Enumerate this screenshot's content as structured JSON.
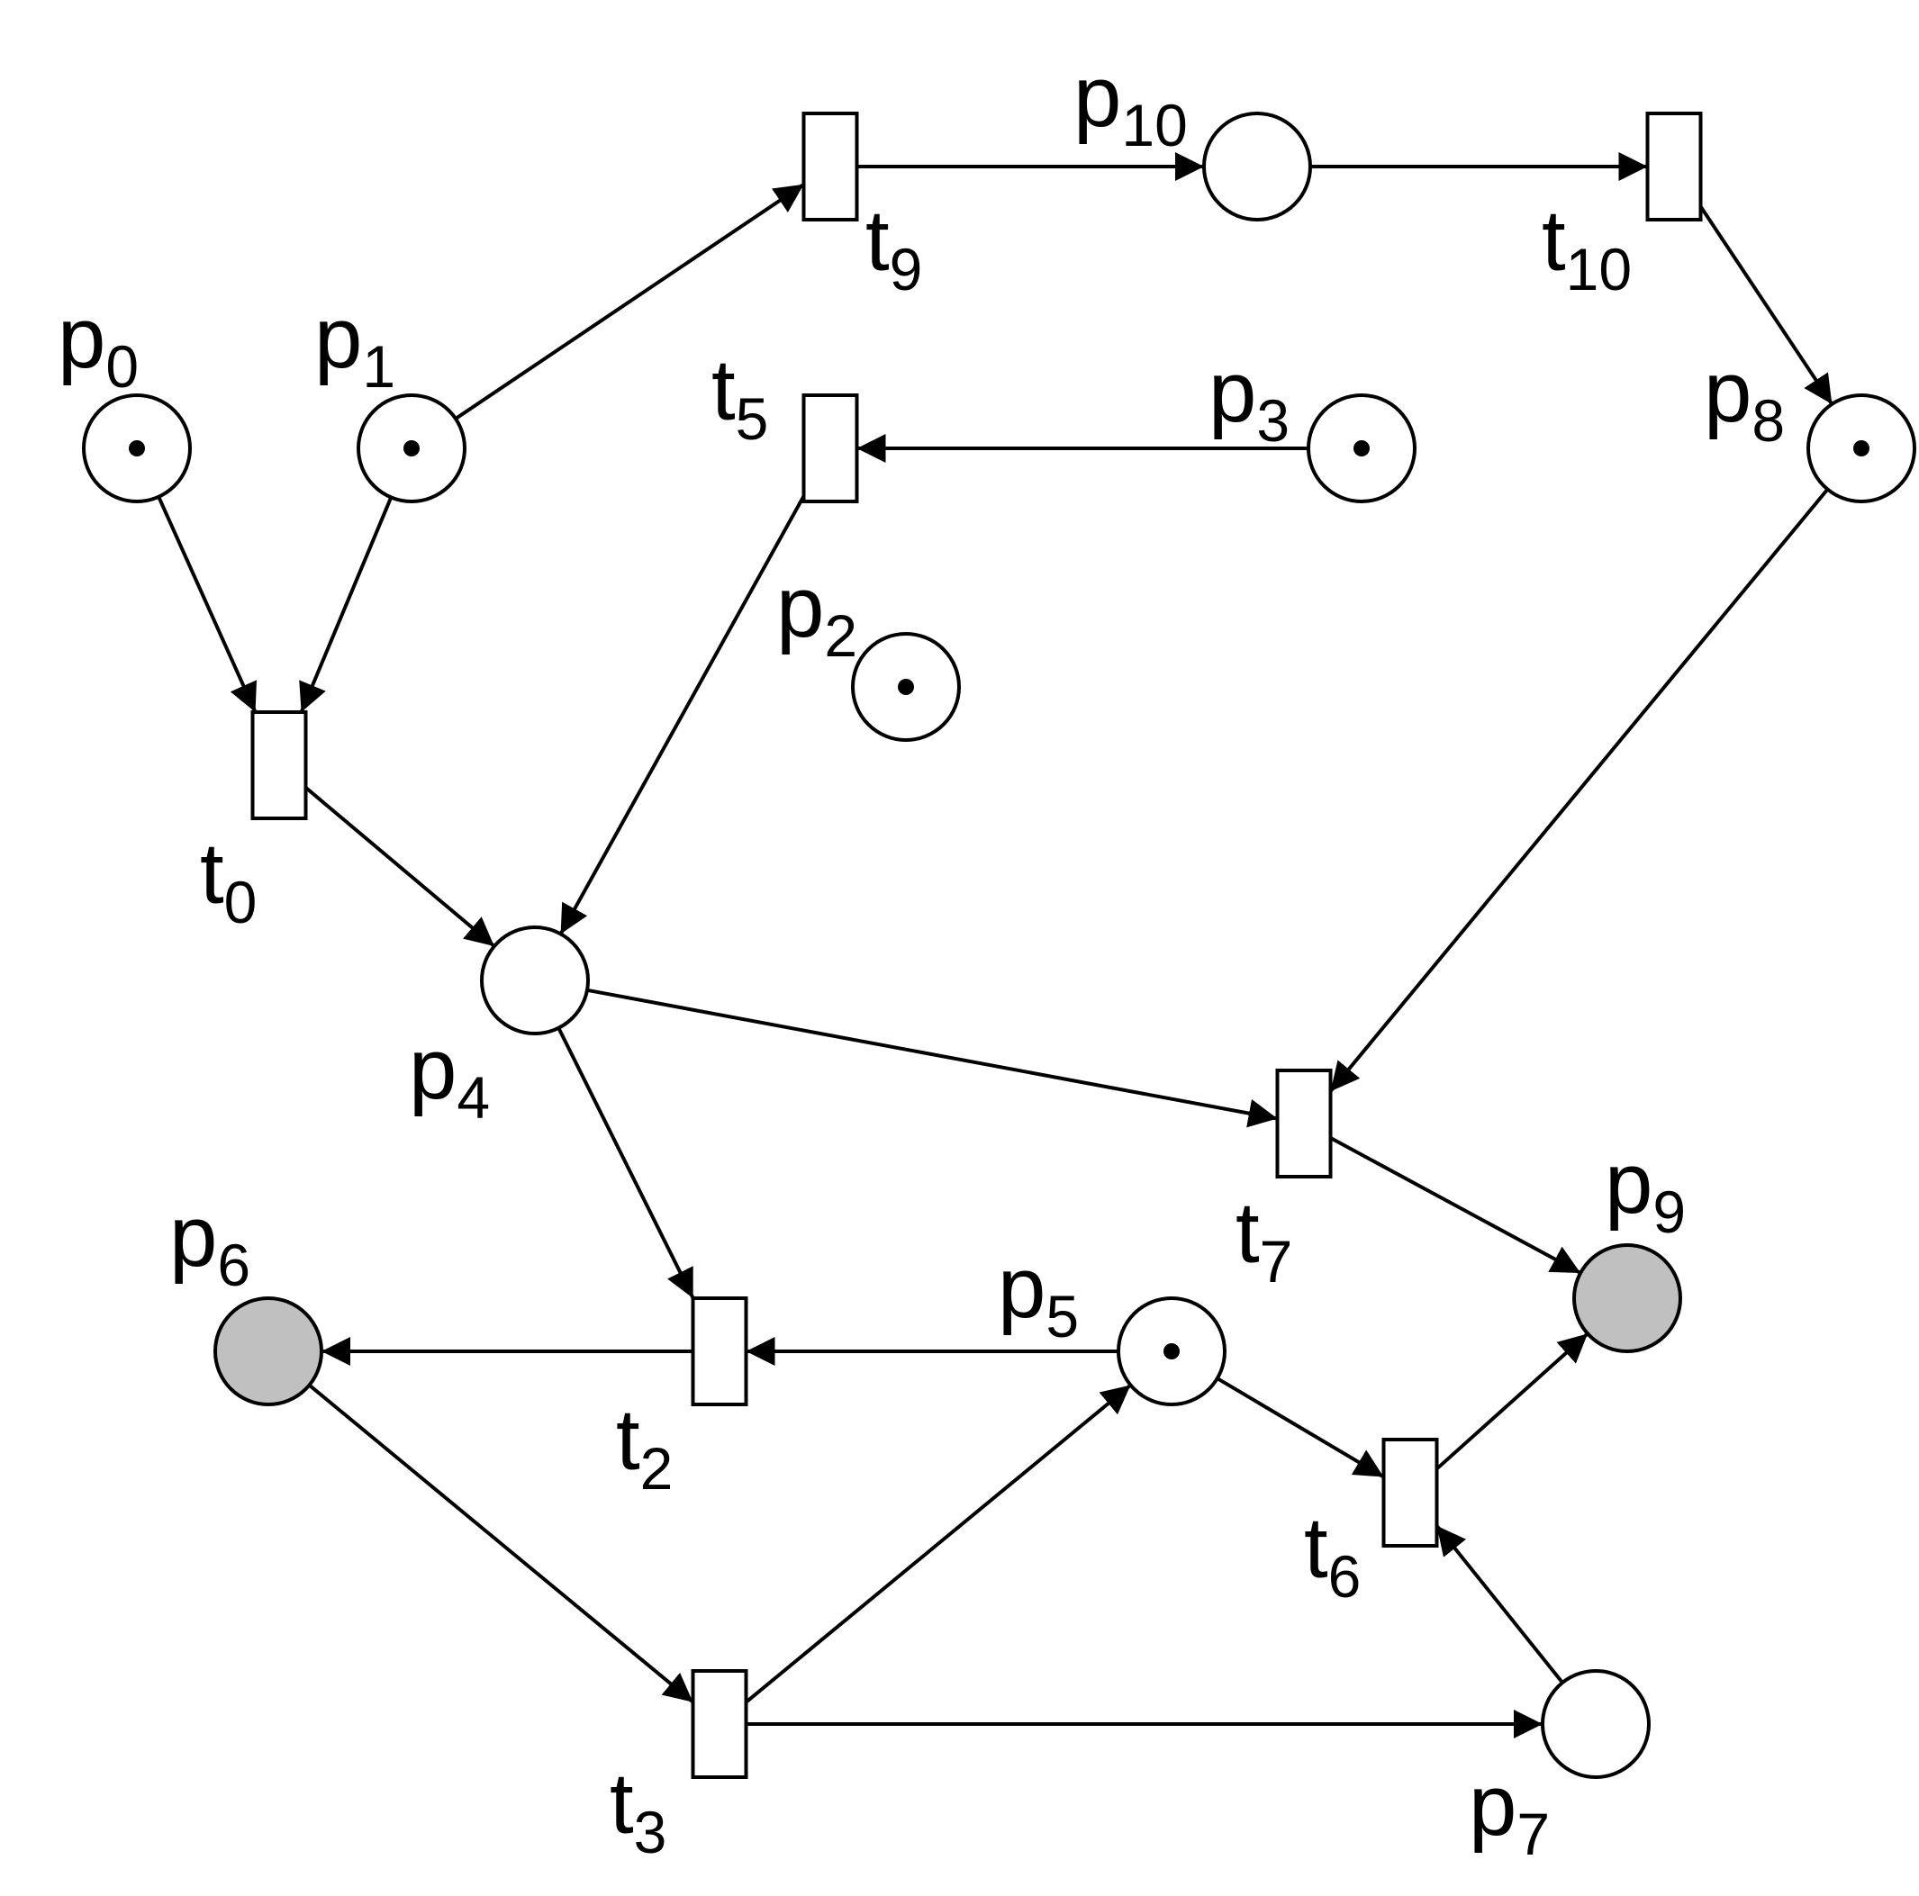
{
  "colors": {
    "stroke": "#000000",
    "background": "#ffffff",
    "token": "#000000",
    "highlighted_fill": "#c0c0c0"
  },
  "places": [
    {
      "id": "p0",
      "letter": "p",
      "index": "0",
      "tokens": 1,
      "highlighted": false
    },
    {
      "id": "p1",
      "letter": "p",
      "index": "1",
      "tokens": 1,
      "highlighted": false
    },
    {
      "id": "p2",
      "letter": "p",
      "index": "2",
      "tokens": 1,
      "highlighted": false
    },
    {
      "id": "p3",
      "letter": "p",
      "index": "3",
      "tokens": 1,
      "highlighted": false
    },
    {
      "id": "p4",
      "letter": "p",
      "index": "4",
      "tokens": 0,
      "highlighted": false
    },
    {
      "id": "p5",
      "letter": "p",
      "index": "5",
      "tokens": 1,
      "highlighted": false
    },
    {
      "id": "p6",
      "letter": "p",
      "index": "6",
      "tokens": 0,
      "highlighted": true
    },
    {
      "id": "p7",
      "letter": "p",
      "index": "7",
      "tokens": 0,
      "highlighted": false
    },
    {
      "id": "p8",
      "letter": "p",
      "index": "8",
      "tokens": 1,
      "highlighted": false
    },
    {
      "id": "p9",
      "letter": "p",
      "index": "9",
      "tokens": 0,
      "highlighted": true
    },
    {
      "id": "p10",
      "letter": "p",
      "index": "10",
      "tokens": 0,
      "highlighted": false
    }
  ],
  "transitions": [
    {
      "id": "t0",
      "letter": "t",
      "index": "0"
    },
    {
      "id": "t2",
      "letter": "t",
      "index": "2"
    },
    {
      "id": "t3",
      "letter": "t",
      "index": "3"
    },
    {
      "id": "t5",
      "letter": "t",
      "index": "5"
    },
    {
      "id": "t6",
      "letter": "t",
      "index": "6"
    },
    {
      "id": "t7",
      "letter": "t",
      "index": "7"
    },
    {
      "id": "t9",
      "letter": "t",
      "index": "9"
    },
    {
      "id": "t10",
      "letter": "t",
      "index": "10"
    }
  ],
  "arcs": [
    {
      "from": "p0",
      "to": "t0"
    },
    {
      "from": "p1",
      "to": "t0"
    },
    {
      "from": "p1",
      "to": "t9"
    },
    {
      "from": "t9",
      "to": "p10"
    },
    {
      "from": "p10",
      "to": "t10"
    },
    {
      "from": "t10",
      "to": "p8"
    },
    {
      "from": "p3",
      "to": "t5"
    },
    {
      "from": "t5",
      "to": "p4"
    },
    {
      "from": "t0",
      "to": "p4"
    },
    {
      "from": "p8",
      "to": "t7"
    },
    {
      "from": "p4",
      "to": "t7"
    },
    {
      "from": "p4",
      "to": "t2"
    },
    {
      "from": "t7",
      "to": "p9"
    },
    {
      "from": "p5",
      "to": "t2"
    },
    {
      "from": "t2",
      "to": "p6"
    },
    {
      "from": "p5",
      "to": "t6"
    },
    {
      "from": "t6",
      "to": "p9"
    },
    {
      "from": "p7",
      "to": "t6"
    },
    {
      "from": "p6",
      "to": "t3"
    },
    {
      "from": "t3",
      "to": "p5"
    },
    {
      "from": "t3",
      "to": "p7"
    }
  ]
}
